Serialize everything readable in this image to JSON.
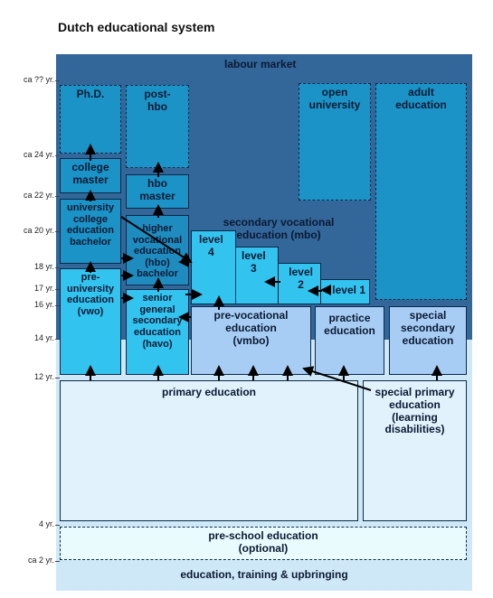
{
  "title": "Dutch educational system",
  "colors": {
    "labour_market_bg": "#336699",
    "upbringing_bg": "#cfe8f7",
    "vwo": "#33c3ef",
    "university": "#1b93c6",
    "mbo": "#33c3ef",
    "vmbo": "#a8cdf5",
    "primary": "#e1f2fc",
    "preschool": "#e9fbfd"
  },
  "ages": [
    "ca ?? yr.",
    "ca 24 yr.",
    "ca 22 yr.",
    "ca 20 yr.",
    "18 yr.",
    "17 yr.",
    "16 yr.",
    "14 yr.",
    "12 yr.",
    "4 yr.",
    "ca 2 yr."
  ],
  "labels": {
    "labour_market": "labour market",
    "phd": "Ph.D.",
    "post_hbo": "post-\nhbo",
    "open_university": "open\nuniversity",
    "adult_education": "adult\neducation",
    "college_master": "college\nmaster",
    "hbo_master": "hbo\nmaster",
    "university_bachelor": "university\ncollege\neducation\nbachelor",
    "higher_vocational": "higher\nvocational\neducation\n(hbo)",
    "hbo_bachelor": "bachelor",
    "mbo_title": "secondary vocational\neducation (mbo)",
    "level4": "level\n4",
    "level3": "level\n3",
    "level2": "level\n2",
    "level1": "level 1",
    "vwo": "pre-\nuniversity\neducation\n(vwo)",
    "havo": "senior\ngeneral\nsecondary\neducation\n(havo)",
    "vmbo": "pre-vocational\neducation\n(vmbo)",
    "practice": "practice\neducation",
    "special_secondary": "special\nsecondary\neducation",
    "primary": "primary education",
    "special_primary": "special primary\neducation\n(learning\ndisabilities)",
    "preschool": "pre-school education\n(optional)",
    "upbringing": "education, training & upbringing"
  }
}
